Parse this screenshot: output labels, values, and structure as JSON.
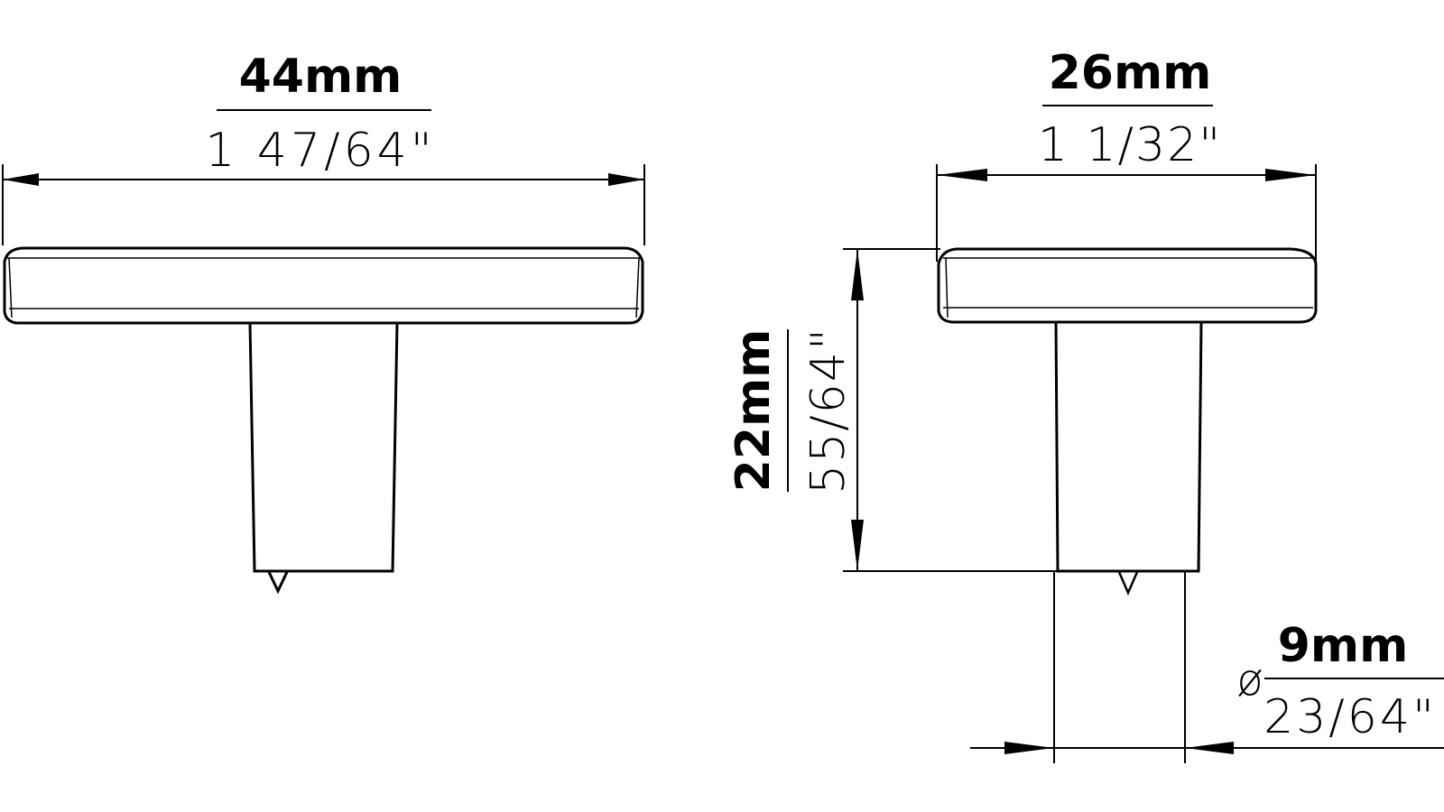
{
  "drawing": {
    "subject": "T-bar cabinet knob",
    "colors": {
      "line": "#000000",
      "background": "#ffffff"
    },
    "front_view": {
      "width_dim": {
        "metric": "44mm",
        "imperial": "1 47/64\""
      }
    },
    "side_view": {
      "width_dim": {
        "metric": "26mm",
        "imperial": "1 1/32\""
      },
      "height_dim": {
        "metric": "22mm",
        "imperial": "55/64\""
      },
      "diameter_dim": {
        "symbol": "ø",
        "metric": "9mm",
        "imperial": "23/64\""
      }
    }
  }
}
